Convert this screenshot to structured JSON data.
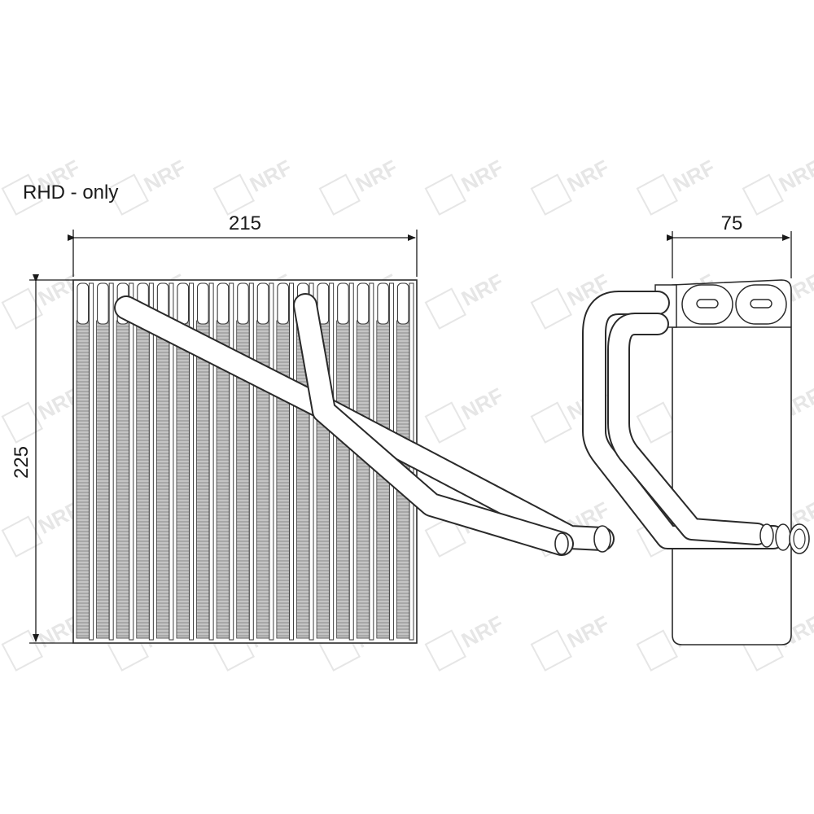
{
  "note": "RHD - only",
  "dimensions": {
    "width": "215",
    "height": "225",
    "depth": "75"
  },
  "watermark": {
    "text": "NRF"
  },
  "colors": {
    "line": "#2a2a2a",
    "fin_fill": "#b9b9b9",
    "watermark": "#e6e6e6"
  }
}
